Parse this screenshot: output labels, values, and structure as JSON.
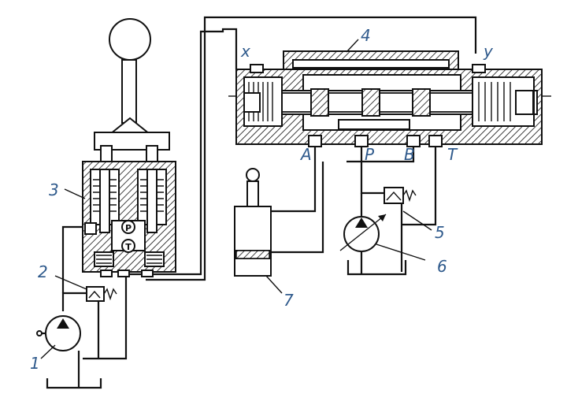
{
  "diagram": {
    "component_labels": [
      "1",
      "2",
      "3",
      "4",
      "5",
      "6",
      "7"
    ],
    "port_labels": {
      "A": "A",
      "P": "P",
      "B": "B",
      "T": "T",
      "x": "x",
      "y": "y"
    },
    "inner_port_labels": {
      "P": "P",
      "T": "T"
    },
    "colors": {
      "ink": "#111111",
      "label": "#2f5a8c"
    }
  }
}
